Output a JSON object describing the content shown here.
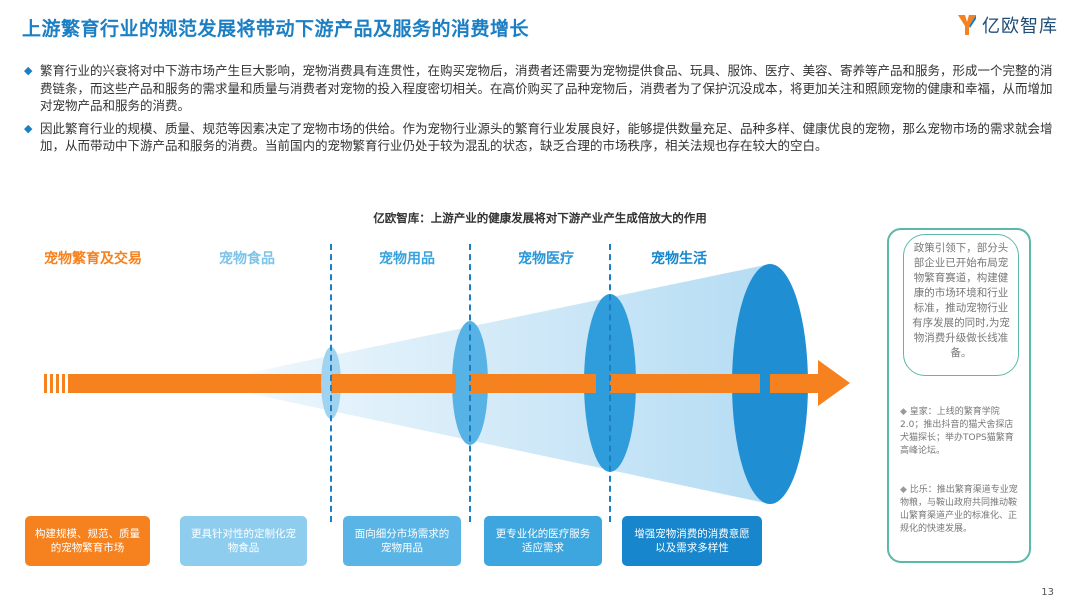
{
  "header": {
    "title": "上游繁育行业的规范发展将带动下游产品及服务的消费增长",
    "logo_text": "亿欧智库"
  },
  "bullets": [
    {
      "icon": "diamond-icon",
      "text": "繁育行业的兴衰将对中下游市场产生巨大影响，宠物消费具有连贯性，在购买宠物后，消费者还需要为宠物提供食品、玩具、服饰、医疗、美容、寄养等产品和服务，形成一个完整的消费链条，而这些产品和服务的需求量和质量与消费者对宠物的投入程度密切相关。在高价购买了品种宠物后，消费者为了保护沉没成本，将更加关注和照顾宠物的健康和幸福，从而增加对宠物产品和服务的消费。"
    },
    {
      "icon": "diamond-icon",
      "text": "因此繁育行业的规模、质量、规范等因素决定了宠物市场的供给。作为宠物行业源头的繁育行业发展良好，能够提供数量充足、品种多样、健康优良的宠物，那么宠物市场的需求就会增加，从而带动中下游产品和服务的消费。当前国内的宠物繁育行业仍处于较为混乱的状态，缺乏合理的市场秩序，相关法规也存在较大的空白。"
    }
  ],
  "diagram": {
    "title": "亿欧智库：上游产业的健康发展将对下游产业产生成倍放大的作用",
    "stages": [
      {
        "label": "宠物繁育及交易",
        "color": "#f5821f",
        "box": "构建规模、规范、质量的宠物繁育市场"
      },
      {
        "label": "宠物食品",
        "color": "#7dc3ea",
        "box": "更具针对性的定制化宠物食品"
      },
      {
        "label": "宠物用品",
        "color": "#3aa3de",
        "box": "面向细分市场需求的宠物用品"
      },
      {
        "label": "宠物医疗",
        "color": "#2b97d8",
        "box": "更专业化的医疗服务适应需求"
      },
      {
        "label": "宠物生活",
        "color": "#1786cc",
        "box": "增强宠物消费的消费意愿以及需求多样性"
      }
    ]
  },
  "side": {
    "policy": "政策引领下，部分头部企业已开始布局宠物繁育赛道，构建健康的市场环境和行业标准，推动宠物行业有序发展的同时,为宠物消费升级做长线准备。",
    "cases": [
      {
        "mark": "◆",
        "text": "皇家：上线的繁育学院2.0；推出抖音的猫犬舍探店犬猫探长；举办TOPS猫繁育高峰论坛。"
      },
      {
        "mark": "◆",
        "text": "比乐：推出繁育渠道专业宠物粮，与鞍山政府共同推动鞍山繁育渠道产业的标准化、正规化的快速发展。"
      }
    ]
  },
  "colors": {
    "title_blue": "#1c7fc4",
    "arrow_orange": "#f5821f",
    "funnel_light": "#d7ecf9",
    "funnel_dark": "#1786cc",
    "panel_teal": "#5cb8a8"
  },
  "page_number": "13"
}
